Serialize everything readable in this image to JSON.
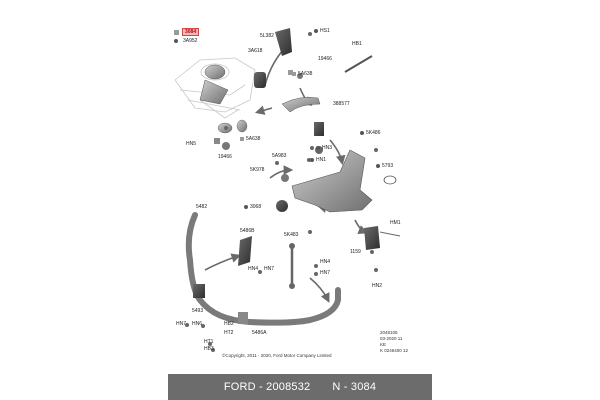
{
  "legend": {
    "highlight_code": "3084",
    "code2": "3A952"
  },
  "labels": [
    {
      "id": "hs1",
      "text": "HS1"
    },
    {
      "id": "5l382",
      "text": "5L382"
    },
    {
      "id": "hb1",
      "text": "HB1"
    },
    {
      "id": "3a618",
      "text": "3A618"
    },
    {
      "id": "19466a",
      "text": "19466"
    },
    {
      "id": "5a638a",
      "text": "5A638"
    },
    {
      "id": "388577",
      "text": "388577"
    },
    {
      "id": "5k486",
      "text": "5K486"
    },
    {
      "id": "hn5",
      "text": "HN5"
    },
    {
      "id": "5a638b",
      "text": "5A638"
    },
    {
      "id": "hn3",
      "text": "HN3"
    },
    {
      "id": "19466b",
      "text": "19466"
    },
    {
      "id": "5a983",
      "text": "5A983"
    },
    {
      "id": "hn1",
      "text": "HN1"
    },
    {
      "id": "5k978",
      "text": "5K978"
    },
    {
      "id": "5793",
      "text": "5793"
    },
    {
      "id": "3068",
      "text": "3068"
    },
    {
      "id": "5482",
      "text": "5482"
    },
    {
      "id": "5486b",
      "text": "5486B"
    },
    {
      "id": "5k483",
      "text": "5K483"
    },
    {
      "id": "hm1",
      "text": "HM1"
    },
    {
      "id": "1159",
      "text": "1159"
    },
    {
      "id": "hn4a",
      "text": "HN4"
    },
    {
      "id": "hn7a",
      "text": "HN7"
    },
    {
      "id": "hn4b",
      "text": "HN4"
    },
    {
      "id": "hn7b",
      "text": "HN7"
    },
    {
      "id": "hn2",
      "text": "HN2"
    },
    {
      "id": "5493",
      "text": "5493"
    },
    {
      "id": "hn7c",
      "text": "HN7"
    },
    {
      "id": "hn6",
      "text": "HN6"
    },
    {
      "id": "hb2",
      "text": "HB2"
    },
    {
      "id": "ht2",
      "text": "HT2"
    },
    {
      "id": "5486a",
      "text": "5486A"
    },
    {
      "id": "ht1",
      "text": "HT1"
    },
    {
      "id": "hb3",
      "text": "HB3"
    }
  ],
  "doc_info": {
    "line1": "2048105",
    "line2": "03-2020 11",
    "line3": "KE",
    "line4": "K 0246400 12"
  },
  "copyright": "©Copyright, 2011 - 2020, Ford Motor Company Limited",
  "footer": {
    "part_ref": "FORD - 2008532",
    "part_num": "N - 3084"
  },
  "colors": {
    "highlight": "#d94545",
    "part_fill": "#8f8f8f",
    "arrow": "#6a6a6a",
    "footer_bg": "#6c6c6c"
  }
}
